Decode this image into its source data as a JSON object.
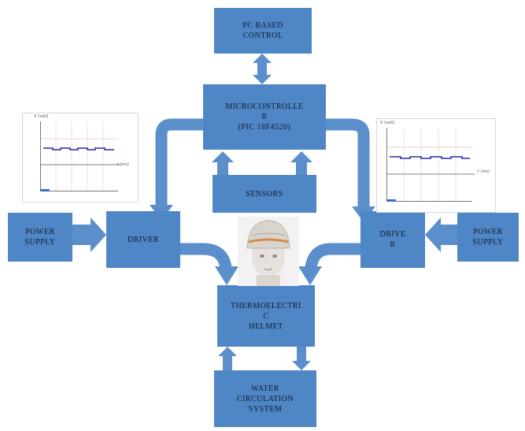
{
  "diagram": {
    "blocks": {
      "pc_control": "PC BASED\nCONTROL",
      "microcontroller": "MICROCONTROLLE\nR\n(PIC 18F4520)",
      "sensors": "SENSORS",
      "driver_left": "DRIVER",
      "driver_right": "DRIVE\nR",
      "power_left": "POWER\nSUPPLY",
      "power_right": "POWER\nSUPPLY",
      "helmet": "THERMOELECTRI\nC\nHELMET",
      "water": "WATER\nCIRCULATION\nSYSTEM"
    },
    "colors": {
      "block": "#4f86c6",
      "arrow": "#5b8fcb",
      "text": "#0d1b2a",
      "pwm": "#2a2aa8"
    },
    "pwm_plots": [
      {
        "y_label": "V (volt)",
        "x_label": "t (ms)"
      },
      {
        "y_label": "V (volt)",
        "x_label": "t (ms)"
      }
    ]
  }
}
